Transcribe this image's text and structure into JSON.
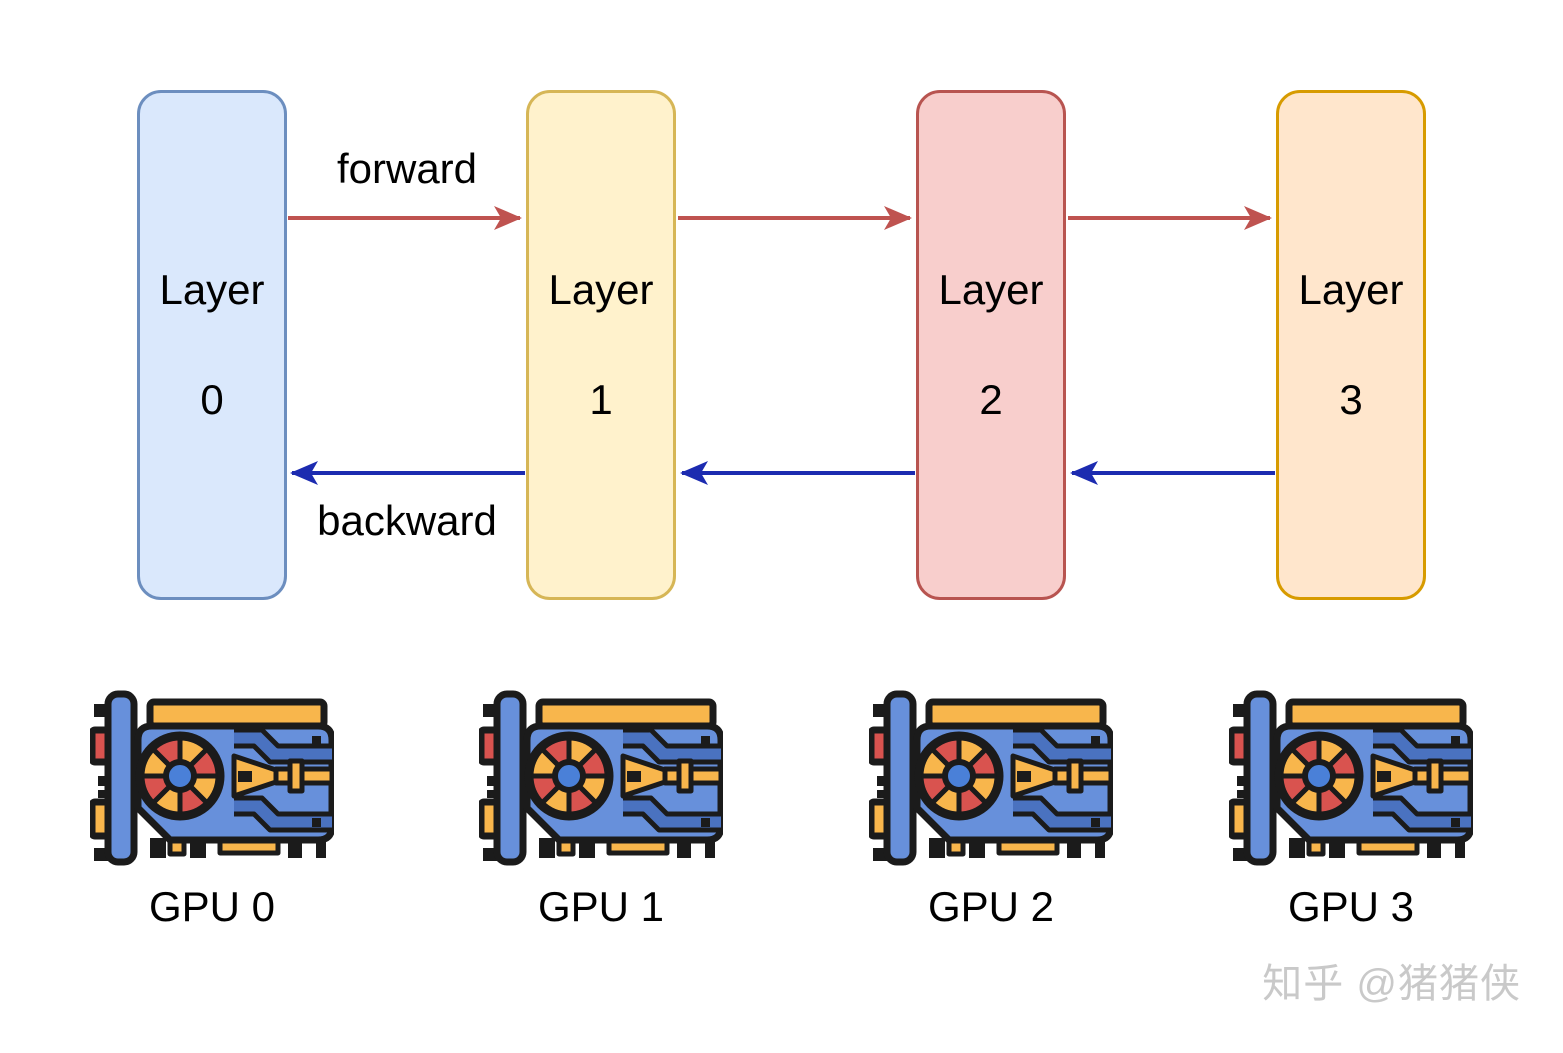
{
  "diagram": {
    "layers": [
      {
        "title": "Layer",
        "index": "0",
        "fill": "#dae8fc",
        "stroke": "#6c8ebf"
      },
      {
        "title": "Layer",
        "index": "1",
        "fill": "#fff2cc",
        "stroke": "#d6b656"
      },
      {
        "title": "Layer",
        "index": "2",
        "fill": "#f8cecc",
        "stroke": "#b85450"
      },
      {
        "title": "Layer",
        "index": "3",
        "fill": "#ffe6cc",
        "stroke": "#d79b00"
      }
    ],
    "flow": {
      "forward_label": "forward",
      "backward_label": "backward",
      "forward_color": "#bf5350",
      "backward_color": "#1c2bb0"
    },
    "gpus": [
      {
        "label": "GPU 0"
      },
      {
        "label": "GPU 1"
      },
      {
        "label": "GPU 2"
      },
      {
        "label": "GPU 3"
      }
    ],
    "gpu_icon_palette": {
      "body": "#6790db",
      "accent_orange": "#f8b64c",
      "accent_red": "#d9534f",
      "hub": "#4a80d8",
      "trace": "#4a72c0",
      "outline": "#1b1b1b"
    },
    "watermark": "知乎 @猪猪侠"
  }
}
